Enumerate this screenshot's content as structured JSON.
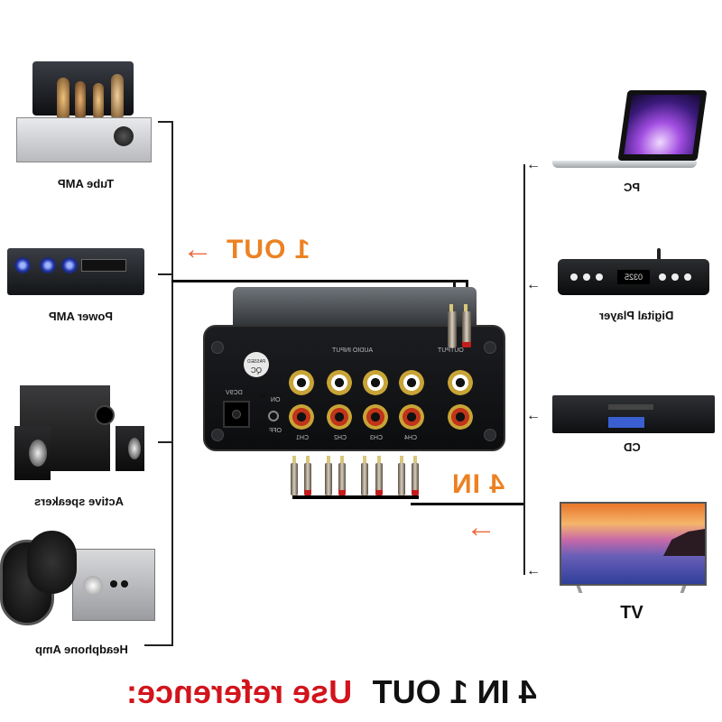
{
  "title": {
    "prefix": "Use reference:",
    "main": "4 IN 1 OUT",
    "prefix_color": "#d2141c",
    "main_color": "#111111"
  },
  "labels": {
    "one_out": "1 OUT",
    "four_in": "4 IN",
    "accent_color": "#ec8122"
  },
  "outputs": [
    {
      "label": "Tube AMP",
      "icon": "tube-amp-image"
    },
    {
      "label": "Power AMP",
      "icon": "power-amp-image"
    },
    {
      "label": "Active speakers",
      "icon": "active-speakers-image"
    },
    {
      "label": "Headphone Amp",
      "icon": "headphone-amp-image"
    }
  ],
  "inputs": [
    {
      "label": "PC",
      "icon": "laptop-image"
    },
    {
      "label": "Digital Player",
      "icon": "digital-player-image",
      "display": "0325"
    },
    {
      "label": "CD",
      "icon": "cd-player-image"
    },
    {
      "label": "TV",
      "icon": "tv-image"
    }
  ],
  "device": {
    "section_audio_input": "AUDIO INPUT",
    "section_output": "OUTPUT",
    "power_label": "DC9V",
    "switch_on": "ON",
    "switch_off": "OFF",
    "badge": "QC",
    "badge_top": "PASSED",
    "channels": [
      "CH1",
      "CH2",
      "CH3",
      "CH4"
    ]
  }
}
